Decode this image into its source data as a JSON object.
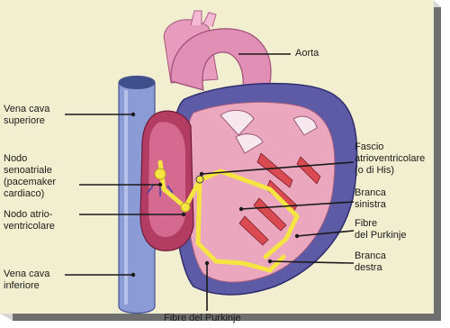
{
  "labels": {
    "aorta": "Aorta",
    "vena_cava_superiore": "Vena cava\nsuperiore",
    "nodo_senoatriale": "Nodo\nsenoatriale\n(pacemaker\ncardiaco)",
    "nodo_atrioventricolare": "Nodo atrio-\nventricolare",
    "vena_cava_inferiore": "Vena cava\ninferiore",
    "fascio_atrioventricolare": "Fascio\natrioventricolare\n(o di His)",
    "branca_sinistra": "Branca\nsinistra",
    "fibre_purkinje_right": "Fibre\ndel Purkinje",
    "branca_destra": "Branca\ndestra",
    "fibre_purkinje_bottom": "Fibre del Purkinje"
  },
  "colors": {
    "background": "#f1efcf",
    "frame_shadow": "#6f6f6f",
    "heart_outer": "#5d5aa6",
    "heart_inner": "#eaa7bd",
    "aorta": "#e18fb4",
    "vena_cava": "#8b9bd6",
    "conduction": "#f5e542",
    "right_atrium": "#b23c62",
    "muscle_red": "#d94b50"
  }
}
